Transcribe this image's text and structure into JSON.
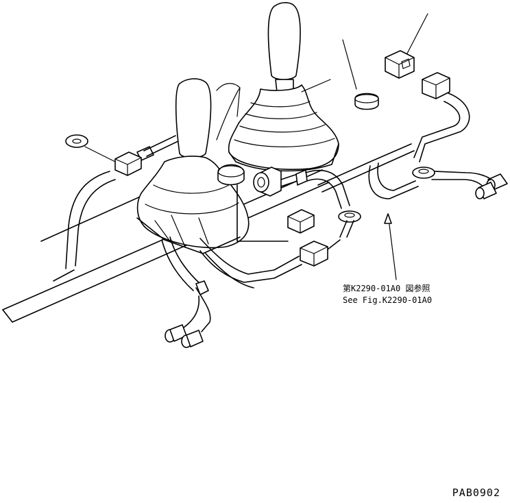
{
  "callout": {
    "line_jp": "第K2290-01A0 図参照",
    "line_en": "See Fig.K2290-01A0"
  },
  "drawing_code": "PAB0902"
}
